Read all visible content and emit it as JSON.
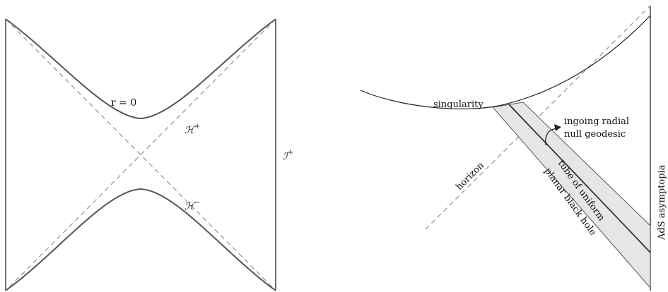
{
  "left_diagram": {
    "label_r0": "r = 0",
    "label_h_plus": "ℋ",
    "label_h_plus_sup": "+",
    "label_h_minus": "ℋ",
    "label_h_minus_sup": "−",
    "label_scri": "ℐ",
    "label_scri_sup": "+"
  },
  "right_diagram": {
    "label_singularity": "singularity",
    "label_horizon": "horizon",
    "label_geodesic_line1": "ingoing radial",
    "label_geodesic_line2": "null geodesic",
    "label_tube_line1": "tube of uniform",
    "label_tube_line2": "planar black hole",
    "label_ads": "AdS asymptopia"
  },
  "colors": {
    "curve": "#555555",
    "frame": "#222222",
    "dashed": "#9a9a9a",
    "tube_fill": "#e6e6e6",
    "geodesic": "#2b3a2b"
  }
}
